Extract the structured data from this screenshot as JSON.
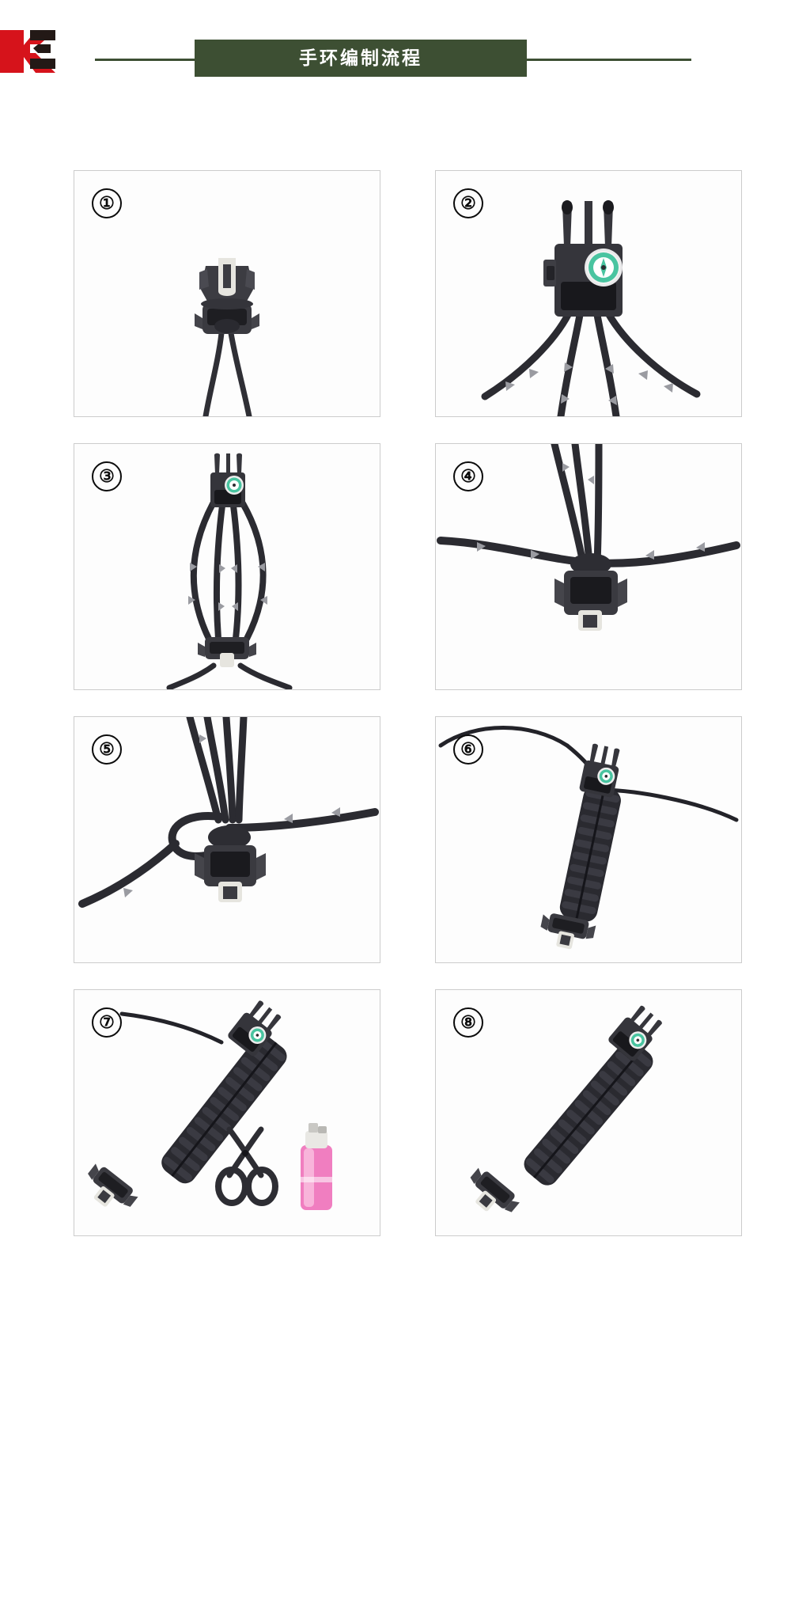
{
  "header": {
    "logo": {
      "name": "ke-logo",
      "letters": "KE",
      "red": "#d6131b",
      "dark": "#231916"
    },
    "title": "手环编制流程",
    "banner_color": "#3d4f33",
    "rule_color": "#3d4f33"
  },
  "panels": [
    {
      "number": "①",
      "name": "step-1",
      "caption": "Buckle with two cord ends attached"
    },
    {
      "number": "②",
      "name": "step-2",
      "caption": "Compass buckle with four reflective cords spread out"
    },
    {
      "number": "③",
      "name": "step-3",
      "caption": "Cords stretched between the two buckles"
    },
    {
      "number": "④",
      "name": "step-4",
      "caption": "Weaving cord passed across the core strands"
    },
    {
      "number": "⑤",
      "name": "step-5",
      "caption": "First loop of the cobra knot formed"
    },
    {
      "number": "⑥",
      "name": "step-6",
      "caption": "Braided bracelet body completed"
    },
    {
      "number": "⑦",
      "name": "step-7",
      "caption": "Trim the tail with scissors and seal with a lighter"
    },
    {
      "number": "⑧",
      "name": "step-8",
      "caption": "Finished paracord survival bracelet"
    }
  ],
  "colors": {
    "cord_dark": "#2b2b30",
    "cord_mid": "#3c3c44",
    "cord_light": "#8f9096",
    "buckle_dark": "#333338",
    "buckle_mid": "#4a4a50",
    "buckle_light": "#d8d8d4",
    "compass_green": "#49c4a0",
    "lighter_pink": "#f07ec0",
    "panel_border": "#8d8d8d"
  }
}
